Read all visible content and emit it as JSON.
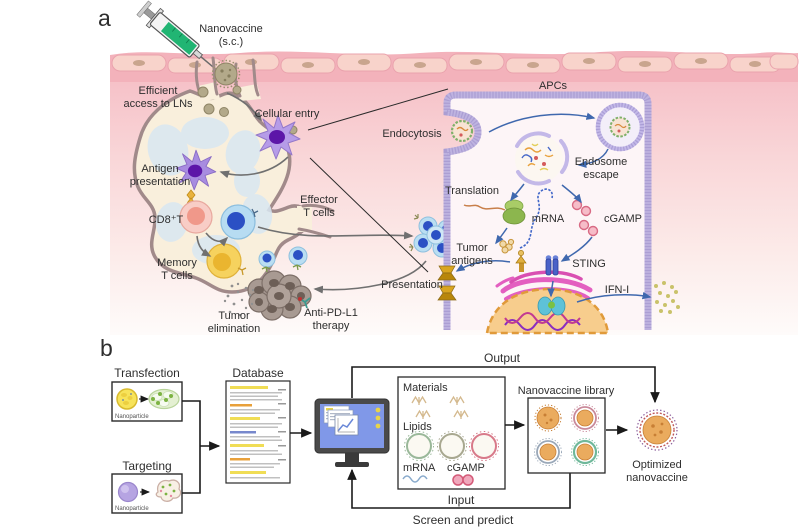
{
  "panels": {
    "a": "a",
    "b": "b"
  },
  "panel_a": {
    "injection_label": [
      "Nanovaccine",
      "(s.c.)"
    ],
    "efficient_access": [
      "Efficient",
      "access to LNs"
    ],
    "cellular_entry": "Cellular entry",
    "antigen_presentation": [
      "Antigen",
      "presentation"
    ],
    "cd8_t": "CD8⁺T",
    "memory_t_cells": [
      "Memory",
      "T cells"
    ],
    "effector_t_cells": [
      "Effector",
      "T cells"
    ],
    "tumor_elimination": [
      "Tumor",
      "elimination"
    ],
    "anti_pd_l1_therapy": [
      "Anti-PD-L1",
      "therapy"
    ],
    "apcs": "APCs",
    "endocytosis": "Endocytosis",
    "endosome_escape": [
      "Endosome",
      "escape"
    ],
    "translation": "Translation",
    "mrna": "mRNA",
    "cgamp": "cGAMP",
    "tumor_antigens": [
      "Tumor",
      "antigens"
    ],
    "sting": "STING",
    "ifn_i": "IFN-I",
    "presentation": "Presentation"
  },
  "panel_b": {
    "transfection": "Transfection",
    "targeting": "Targeting",
    "nanoparticle_caption": "Nanoparticle",
    "database": "Database",
    "output": "Output",
    "input": "Input",
    "screen_and_predict": "Screen and predict",
    "materials": "Materials",
    "lipids": "Lipids",
    "mrna": "mRNA",
    "cgamp": "cGAMP",
    "nanovaccine_library": "Nanovaccine library",
    "optimized_nanovaccine": [
      "Optimized",
      "nanovaccine"
    ]
  },
  "colors": {
    "skin_pink": "#f3b2bb",
    "node_beige": "#f9efdc",
    "membrane_lavender": "#beb3e0",
    "arrow_blue": "#3f68ae",
    "arrow_gray": "#707070",
    "flow_black": "#1a1a1a",
    "syringe_green": "#21b573",
    "screen_blue": "#8098e8",
    "highlight_yellow": "#f0dd55",
    "golgi_magenta": "#e35fc0",
    "nucleus_orange": "#f7cd8d"
  }
}
